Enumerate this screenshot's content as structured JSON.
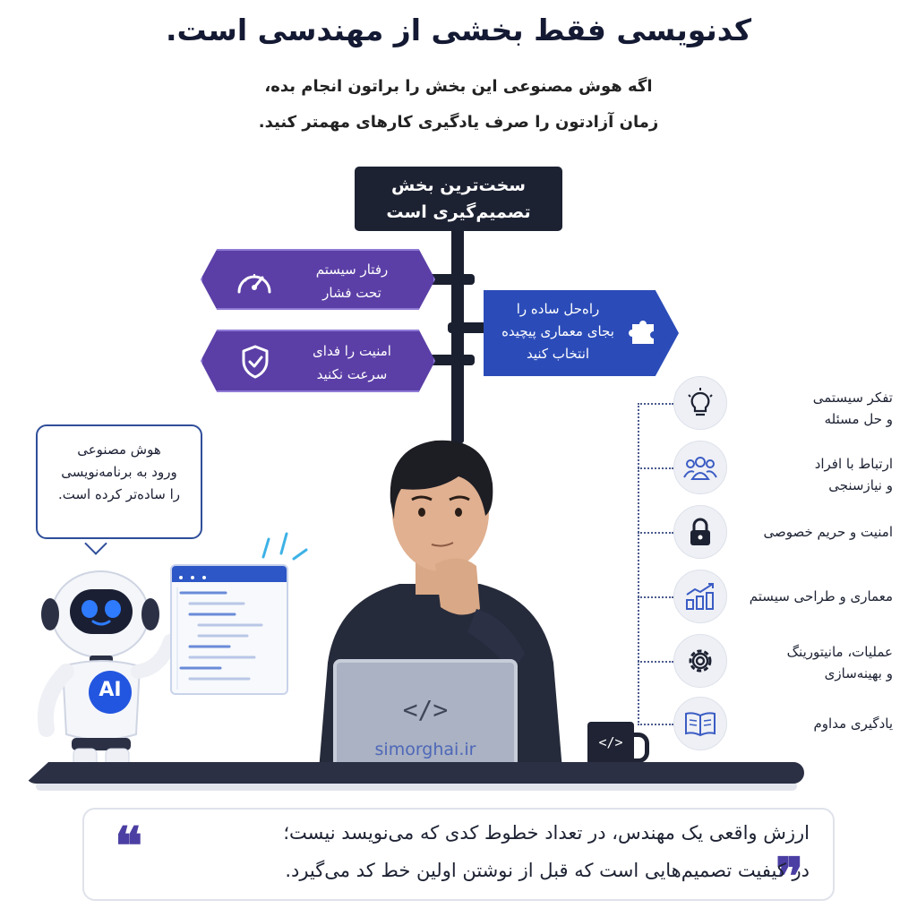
{
  "header": {
    "title": "کدنویسی فقط بخشی از مهندسی است.",
    "subtitle_line1": "اگه هوش مصنوعی این بخش را براتون انجام بده،",
    "subtitle_line2": "زمان آزادتون را صرف یادگیری کارهای مهمتر کنید."
  },
  "signpost": {
    "top_sign_line1": "سخت‌ترین بخش",
    "top_sign_line2": "تصمیم‌گیری است",
    "left_sign_1": {
      "line1": "رفتار سیستم",
      "line2": "تحت فشار",
      "icon": "speedometer-icon"
    },
    "left_sign_2": {
      "line1": "امنیت را فدای",
      "line2": "سرعت نکنید",
      "icon": "shield-check-icon"
    },
    "right_sign": {
      "line1": "راه‌حل ساده را",
      "line2": "بجای معماری پیچیده",
      "line3": "انتخاب کنید",
      "icon": "puzzle-icon"
    }
  },
  "bubble": {
    "line1": "هوش مصنوعی",
    "line2": "ورود به برنامه‌نویسی",
    "line3": "را ساده‌تر کرده است."
  },
  "robot": {
    "badge": "AI"
  },
  "laptop": {
    "code_symbol": "</>",
    "watermark": "simorghai.ir"
  },
  "mug": {
    "code_symbol": "</>"
  },
  "features": [
    {
      "line1": "تفکر سیستمی",
      "line2": "و حل مسئله",
      "icon": "lightbulb-icon"
    },
    {
      "line1": "ارتباط با افراد",
      "line2": "و نیازسنجی",
      "icon": "people-icon"
    },
    {
      "line1": "امنیت و حریم خصوصی",
      "line2": "",
      "icon": "lock-icon"
    },
    {
      "line1": "معماری و طراحی سیستم",
      "line2": "",
      "icon": "chart-growth-icon"
    },
    {
      "line1": "عملیات، مانیتورینگ",
      "line2": "و بهینه‌سازی",
      "icon": "gear-icon"
    },
    {
      "line1": "یادگیری مداوم",
      "line2": "",
      "icon": "open-book-icon"
    }
  ],
  "quote": {
    "line1": "ارزش واقعی یک مهندس، در تعداد خطوط کدی که می‌نویسد نیست؛",
    "line2": "در کیفیت تصمیم‌هایی است که قبل از نوشتن اولین خط کد می‌گیرد.",
    "open_mark": "❝",
    "close_mark": "❞"
  },
  "colors": {
    "purple": "#5b3fa6",
    "blue": "#2b4cb8",
    "navy": "#1d2233"
  }
}
